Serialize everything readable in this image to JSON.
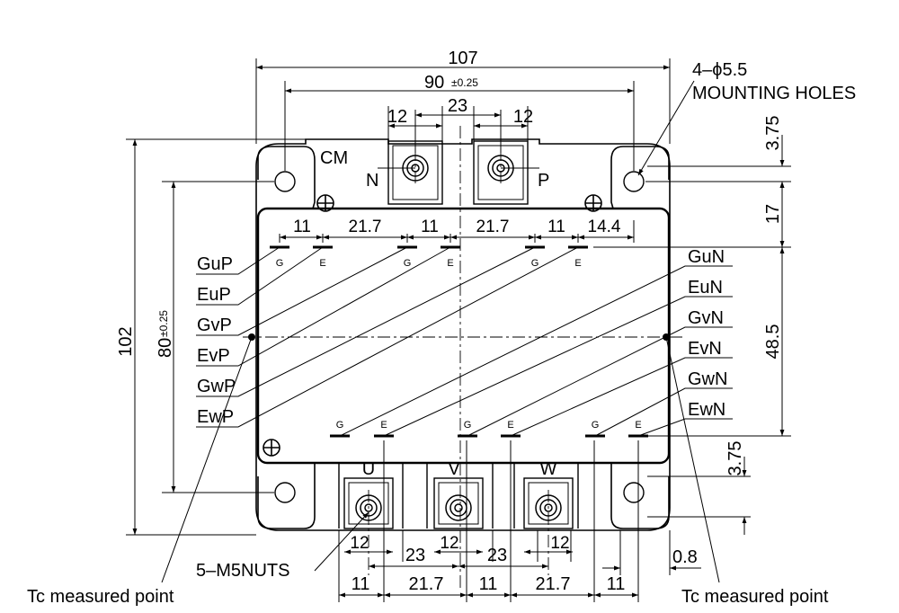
{
  "dims": {
    "overall_width": "107",
    "hole_pitch": "90",
    "hole_pitch_tol": "±0.25",
    "nut_pitch": "23",
    "nut_width_n": "12",
    "nut_width_p": "12",
    "hole_top_offset": "3.75",
    "hole_to_pin": "17",
    "pin_row_gap": "48.5",
    "hole_bottom_offset": "3.75",
    "overall_height": "102",
    "hole_height_pitch": "80",
    "hole_height_tol": "±0.25",
    "top_pin_pitches": [
      "11",
      "21.7",
      "11",
      "21.7",
      "11",
      "14.4"
    ],
    "bottom_nut_widths": [
      "12",
      "12",
      "12"
    ],
    "bottom_nut_pitches": [
      "23",
      "23"
    ],
    "bottom_pin_pitches": [
      "11",
      "21.7",
      "11",
      "21.7",
      "11"
    ],
    "case_offset": "0.8"
  },
  "labels": {
    "model": "CM",
    "n_terminal": "N",
    "p_terminal": "P",
    "u_terminal": "U",
    "v_terminal": "V",
    "w_terminal": "W",
    "mounting_holes_count": "4–ϕ5.5",
    "mounting_holes": "MOUNTING HOLES",
    "nuts": "5–M5NUTS",
    "tc_left": "Tc measured point",
    "tc_right": "Tc measured point",
    "left_pins": [
      "GuP",
      "EuP",
      "GvP",
      "EvP",
      "GwP",
      "EwP"
    ],
    "right_pins": [
      "GuN",
      "EuN",
      "GvN",
      "EvN",
      "GwN",
      "EwN"
    ],
    "top_pin_marks": [
      "G",
      "E",
      "G",
      "E",
      "G",
      "E"
    ],
    "bottom_pin_marks": [
      "G",
      "E",
      "G",
      "E",
      "G",
      "E"
    ]
  }
}
